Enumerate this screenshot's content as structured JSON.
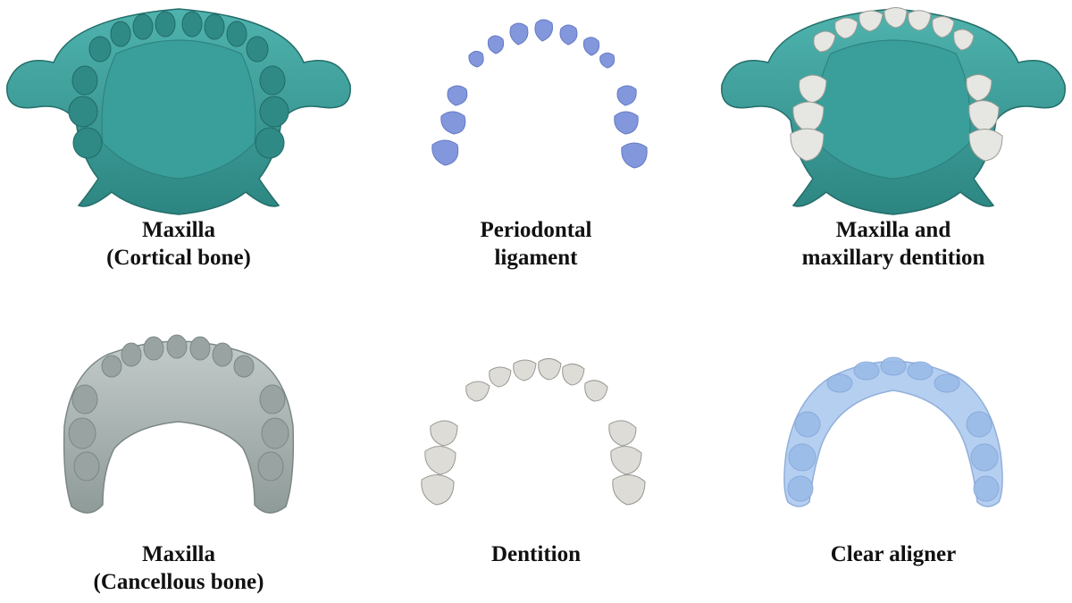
{
  "panels": [
    {
      "id": "maxilla-cortical",
      "lines": [
        "Maxilla",
        "(Cortical bone)"
      ],
      "color": "#3a9e9a"
    },
    {
      "id": "periodontal-ligament",
      "lines": [
        "Periodontal",
        "ligament"
      ],
      "color": "#7d92dc"
    },
    {
      "id": "maxilla-dentition",
      "lines": [
        "Maxilla and",
        "maxillary dentition"
      ],
      "color": "#3a9e9a",
      "tooth_color": "#e4e4e0"
    },
    {
      "id": "maxilla-cancellous",
      "lines": [
        "Maxilla",
        "(Cancellous bone)"
      ],
      "color": "#a9b4b2"
    },
    {
      "id": "dentition",
      "lines": [
        "Dentition"
      ],
      "color": "#dcdcd6"
    },
    {
      "id": "clear-aligner",
      "lines": [
        "Clear aligner"
      ],
      "color": "#a8c6ee"
    }
  ]
}
